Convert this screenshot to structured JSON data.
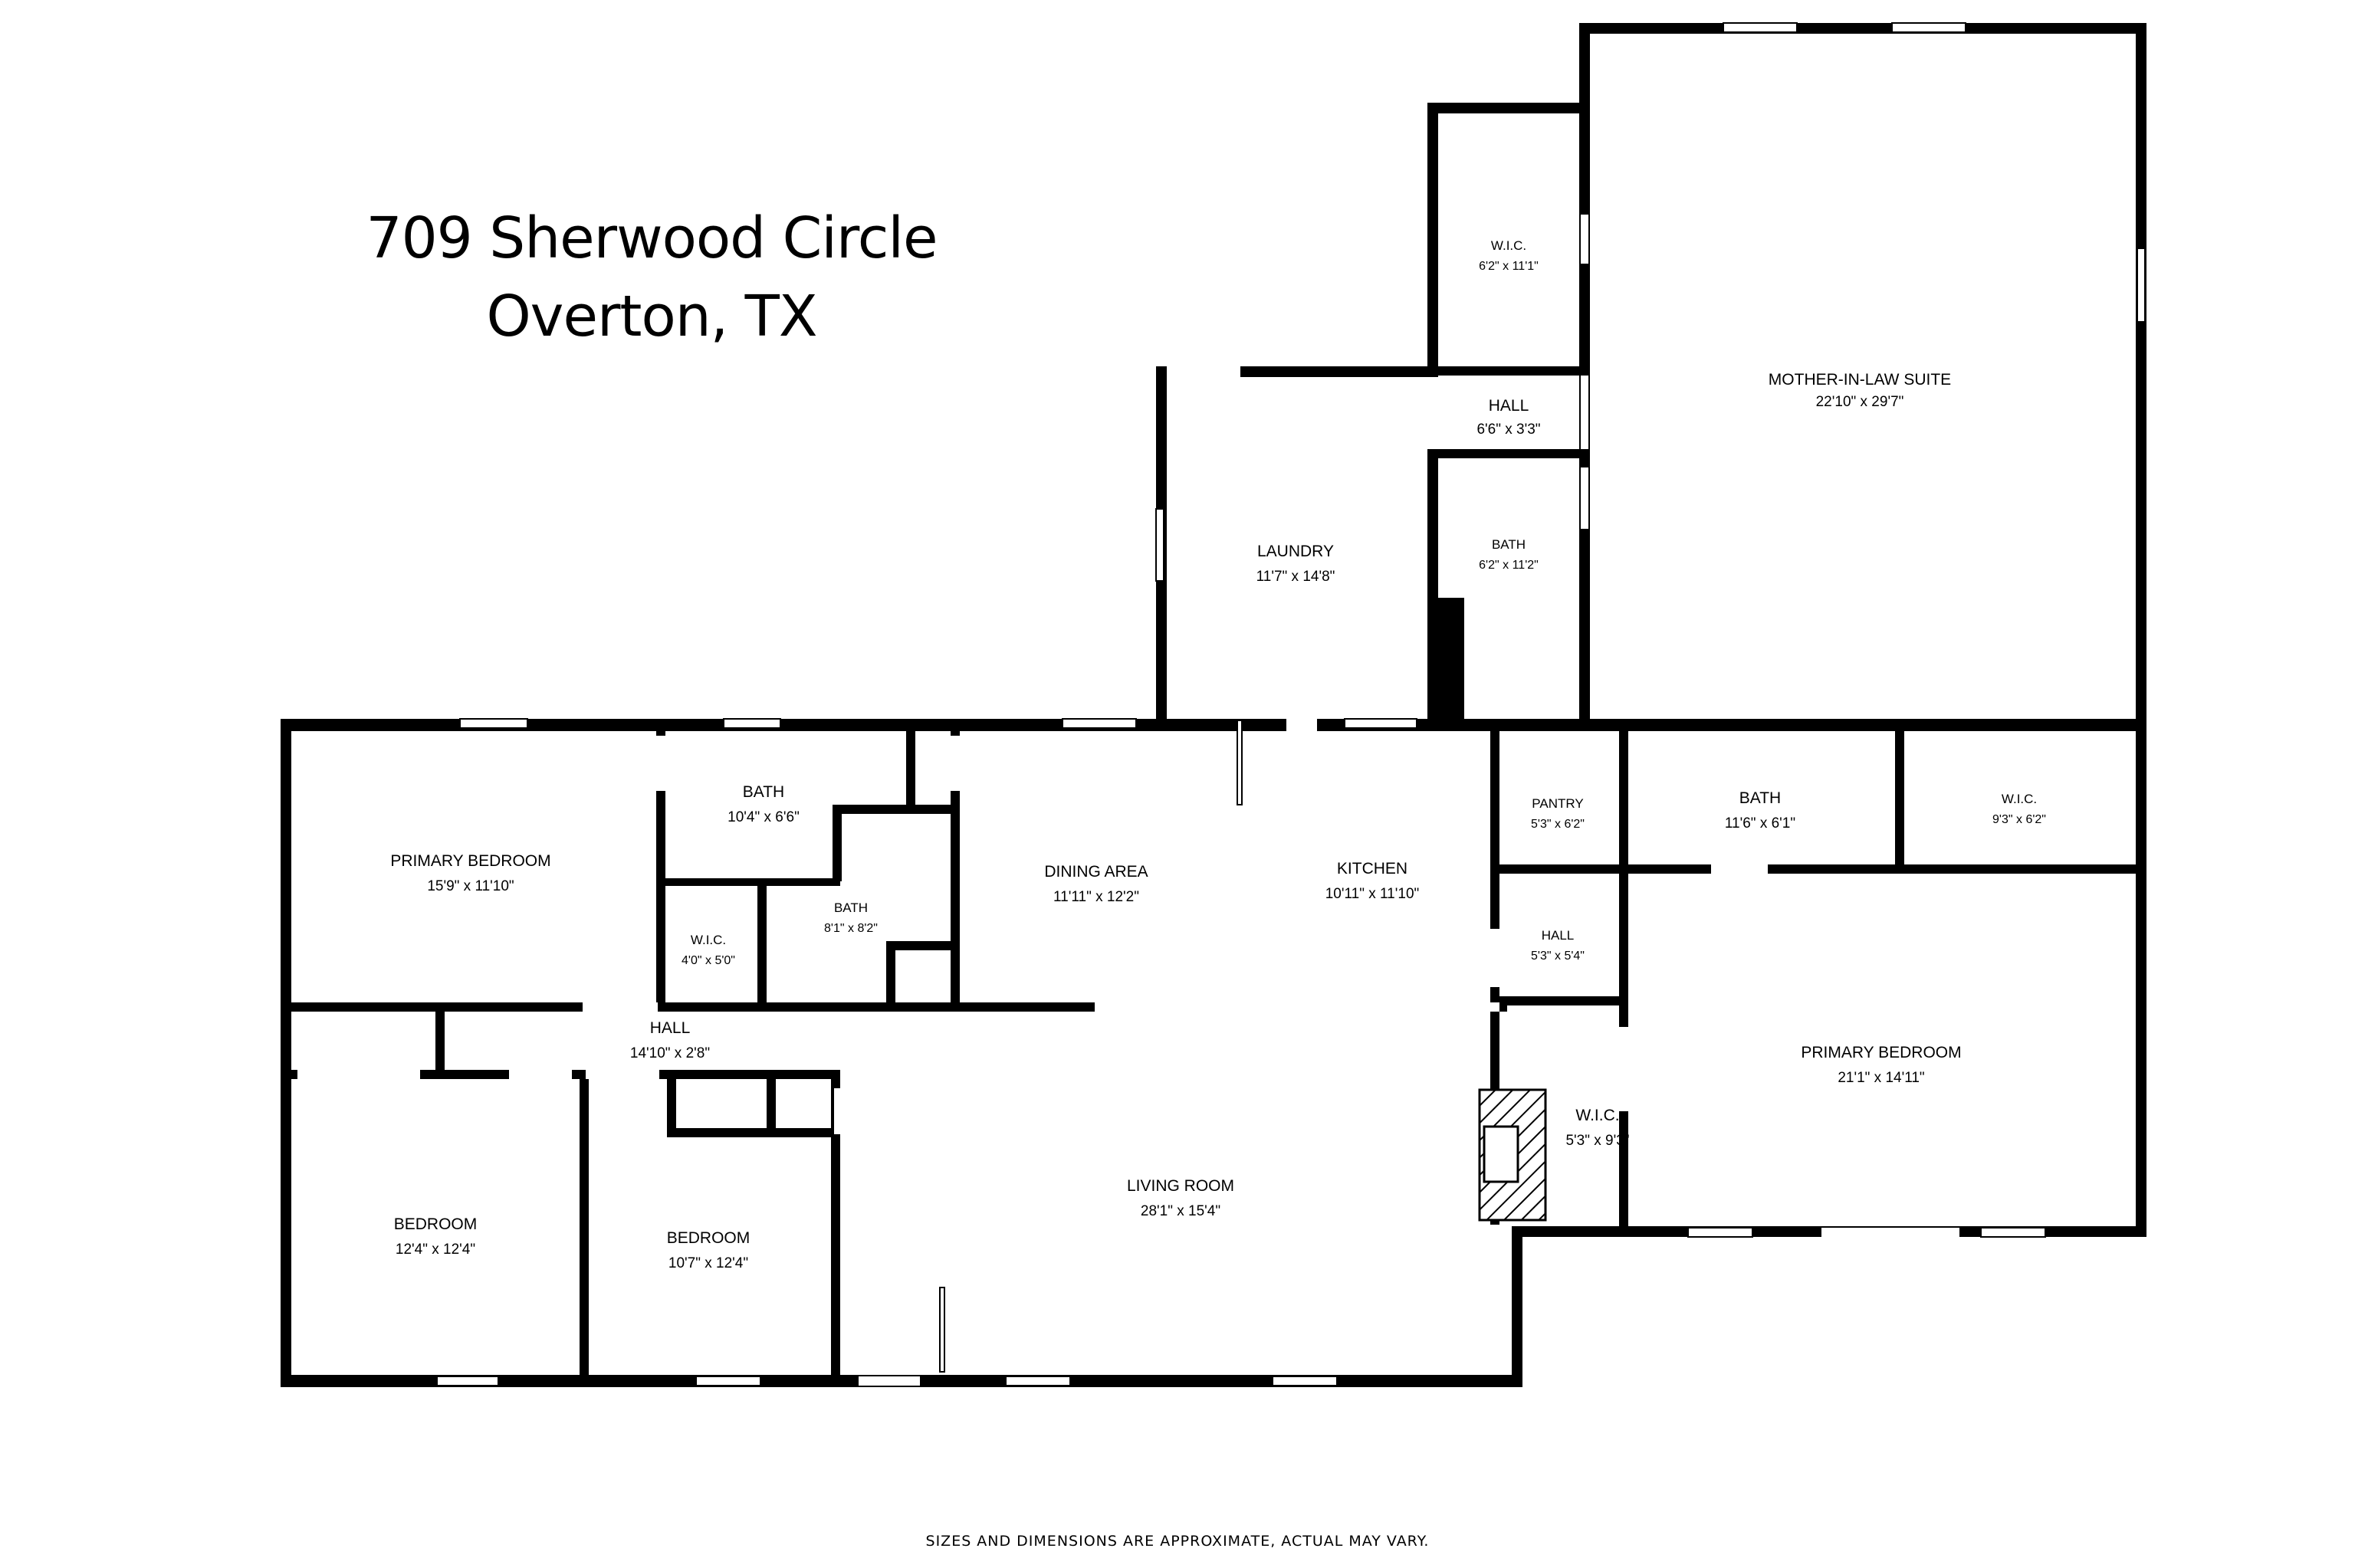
{
  "address": {
    "line1": "709 Sherwood Circle",
    "line2": "Overton, TX"
  },
  "rooms": {
    "wic_upper": {
      "name": "W.I.C.",
      "dims": "6'2\" x 11'1\""
    },
    "mother_in_law_suite": {
      "name": "MOTHER-IN-LAW SUITE",
      "dims": "22'10\" x 29'7\""
    },
    "hall_upper": {
      "name": "HALL",
      "dims": "6'6\" x 3'3\""
    },
    "laundry": {
      "name": "LAUNDRY",
      "dims": "11'7\" x 14'8\""
    },
    "bath_suite": {
      "name": "BATH",
      "dims": "6'2\" x 11'2\""
    },
    "primary_bedroom_left": {
      "name": "PRIMARY BEDROOM",
      "dims": "15'9\" x 11'10\""
    },
    "bath_left": {
      "name": "BATH",
      "dims": "10'4\" x 6'6\""
    },
    "bath_small": {
      "name": "BATH",
      "dims": "8'1\" x 8'2\""
    },
    "wic_left": {
      "name": "W.I.C.",
      "dims": "4'0\" x 5'0\""
    },
    "dining_area": {
      "name": "DINING AREA",
      "dims": "11'11\" x 12'2\""
    },
    "kitchen": {
      "name": "KITCHEN",
      "dims": "10'11\" x 11'10\""
    },
    "pantry": {
      "name": "PANTRY",
      "dims": "5'3\" x 6'2\""
    },
    "bath_right": {
      "name": "BATH",
      "dims": "11'6\" x 6'1\""
    },
    "wic_right": {
      "name": "W.I.C.",
      "dims": "9'3\" x 6'2\""
    },
    "hall_small": {
      "name": "HALL",
      "dims": "5'3\" x 5'4\""
    },
    "hall_left": {
      "name": "HALL",
      "dims": "14'10\" x 2'8\""
    },
    "primary_bedroom_right": {
      "name": "PRIMARY BEDROOM",
      "dims": "21'1\" x 14'11\""
    },
    "wic_fireplace": {
      "name": "W.I.C.",
      "dims": "5'3\" x 9'3\""
    },
    "living_room": {
      "name": "LIVING ROOM",
      "dims": "28'1\" x 15'4\""
    },
    "bedroom_1": {
      "name": "BEDROOM",
      "dims": "12'4\" x 12'4\""
    },
    "bedroom_2": {
      "name": "BEDROOM",
      "dims": "10'7\" x 12'4\""
    }
  },
  "disclaimer": "SIZES AND DIMENSIONS ARE APPROXIMATE, ACTUAL MAY VARY."
}
